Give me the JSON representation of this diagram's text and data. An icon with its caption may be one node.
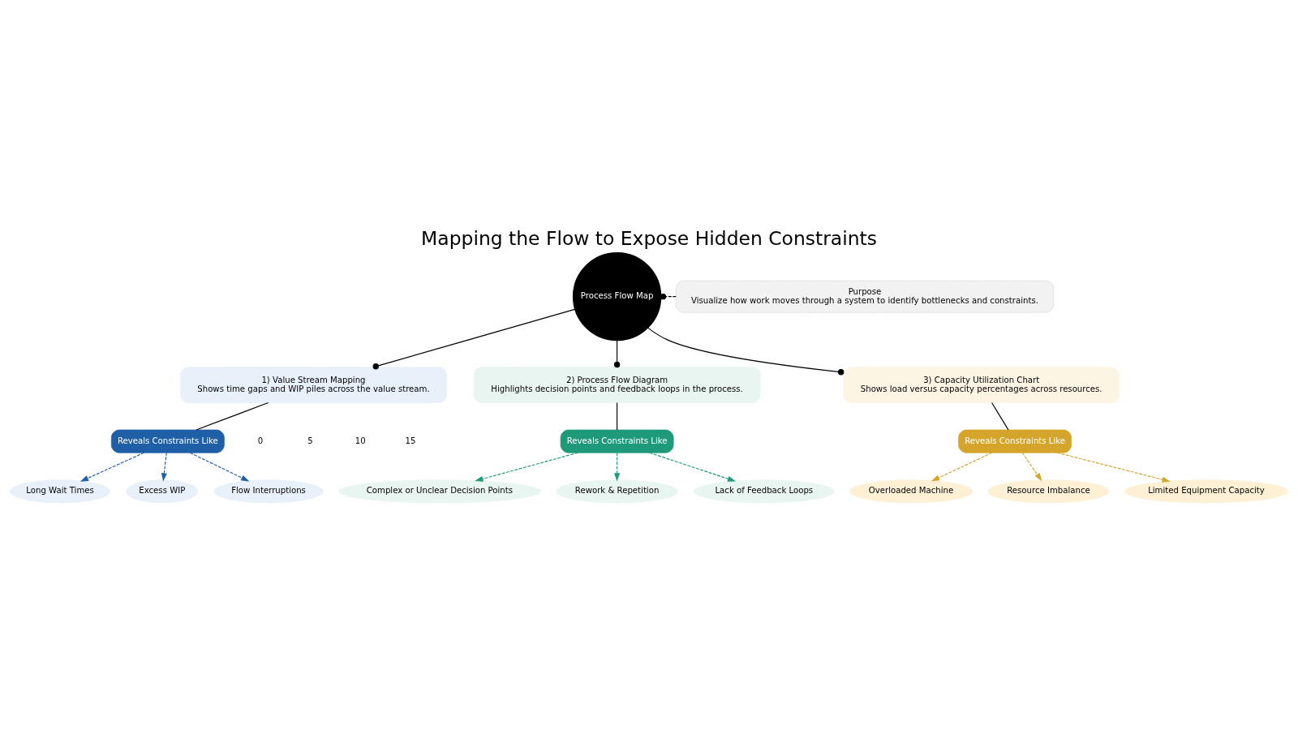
{
  "diagram": {
    "title": "Mapping the Flow to Expose Hidden Constraints",
    "nodes": [
      {
        "text": [
          "Process Flow Map"
        ]
      },
      {
        "text": [
          "Purpose",
          "Visualize how work moves through a system to identify bottlenecks and constraints."
        ]
      },
      {
        "text": [
          "1) Value Stream Mapping",
          "Shows time gaps and WIP piles across the value stream."
        ]
      },
      {
        "text": [
          "Reveals Constraints Like"
        ]
      },
      {
        "text": [
          "Long Wait Times"
        ]
      },
      {
        "text": [
          "Excess WIP"
        ]
      },
      {
        "text": [
          "Flow Interruptions"
        ]
      },
      {
        "text": [
          "2) Process Flow Diagram",
          "Highlights decision points and feedback loops in the process."
        ]
      },
      {
        "text": [
          "Reveals Constraints Like"
        ]
      },
      {
        "text": [
          "Complex or Unclear Decision Points"
        ]
      },
      {
        "text": [
          "Rework & Repetition"
        ]
      },
      {
        "text": [
          "Lack of Feedback Loops"
        ]
      },
      {
        "text": [
          "3) Capacity Utilization Chart",
          "Shows load versus capacity percentages across resources."
        ]
      },
      {
        "text": [
          "Reveals Constraints Like"
        ]
      },
      {
        "text": [
          "Overloaded Machine"
        ]
      },
      {
        "text": [
          "Resource Imbalance"
        ]
      },
      {
        "text": [
          "Limited Equipment Capacity"
        ]
      }
    ],
    "edges": [
      {
        "from": 1,
        "to": 0,
        "arrow": "other",
        "style": "dashed"
      },
      {
        "from": 0,
        "to": 2,
        "arrow": "other"
      },
      {
        "from": 0,
        "to": 7,
        "arrow": "other"
      },
      {
        "from": 0,
        "to": 12,
        "arrow": "other"
      },
      {
        "from": 2,
        "to": 3,
        "arrow": "none"
      },
      {
        "from": 3,
        "to": 4,
        "arrow": "to",
        "style": "dashed",
        "color": "#1f5fa8"
      },
      {
        "from": 3,
        "to": 5,
        "arrow": "to",
        "style": "dashed",
        "color": "#1f5fa8"
      },
      {
        "from": 3,
        "to": 6,
        "arrow": "to",
        "style": "dashed",
        "color": "#1f5fa8"
      },
      {
        "from": 7,
        "to": 8,
        "arrow": "none"
      },
      {
        "from": 8,
        "to": 9,
        "arrow": "to",
        "style": "dashed",
        "color": "#1e9a7a"
      },
      {
        "from": 8,
        "to": 10,
        "arrow": "to",
        "style": "dashed",
        "color": "#1e9a7a"
      },
      {
        "from": 8,
        "to": 11,
        "arrow": "to",
        "style": "dashed",
        "color": "#1e9a7a"
      },
      {
        "from": 12,
        "to": 13,
        "arrow": "none"
      },
      {
        "from": 13,
        "to": 14,
        "arrow": "to",
        "style": "dashed",
        "color": "#d4a52a"
      },
      {
        "from": 13,
        "to": 15,
        "arrow": "to",
        "style": "dashed",
        "color": "#d4a52a"
      },
      {
        "from": 13,
        "to": 16,
        "arrow": "to",
        "style": "dashed",
        "color": "#d4a52a"
      }
    ],
    "labels": [
      "0",
      "5",
      "10",
      "15"
    ]
  }
}
